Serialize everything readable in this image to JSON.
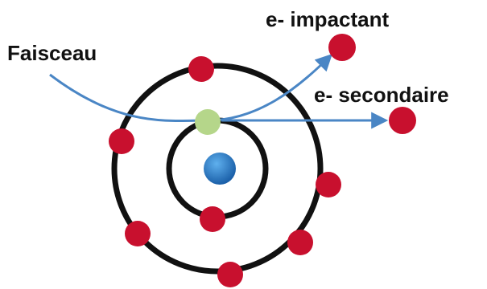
{
  "labels": {
    "beam": "Faisceau",
    "impacting_electron": "e- impactant",
    "secondary_electron": "e- secondaire"
  },
  "colors": {
    "shell": "#111111",
    "electron": "#c8102e",
    "nucleus": "#1f78c8",
    "interaction_electron": "#b5d68a",
    "arrow": "#4a86c5",
    "background": "#ffffff"
  }
}
